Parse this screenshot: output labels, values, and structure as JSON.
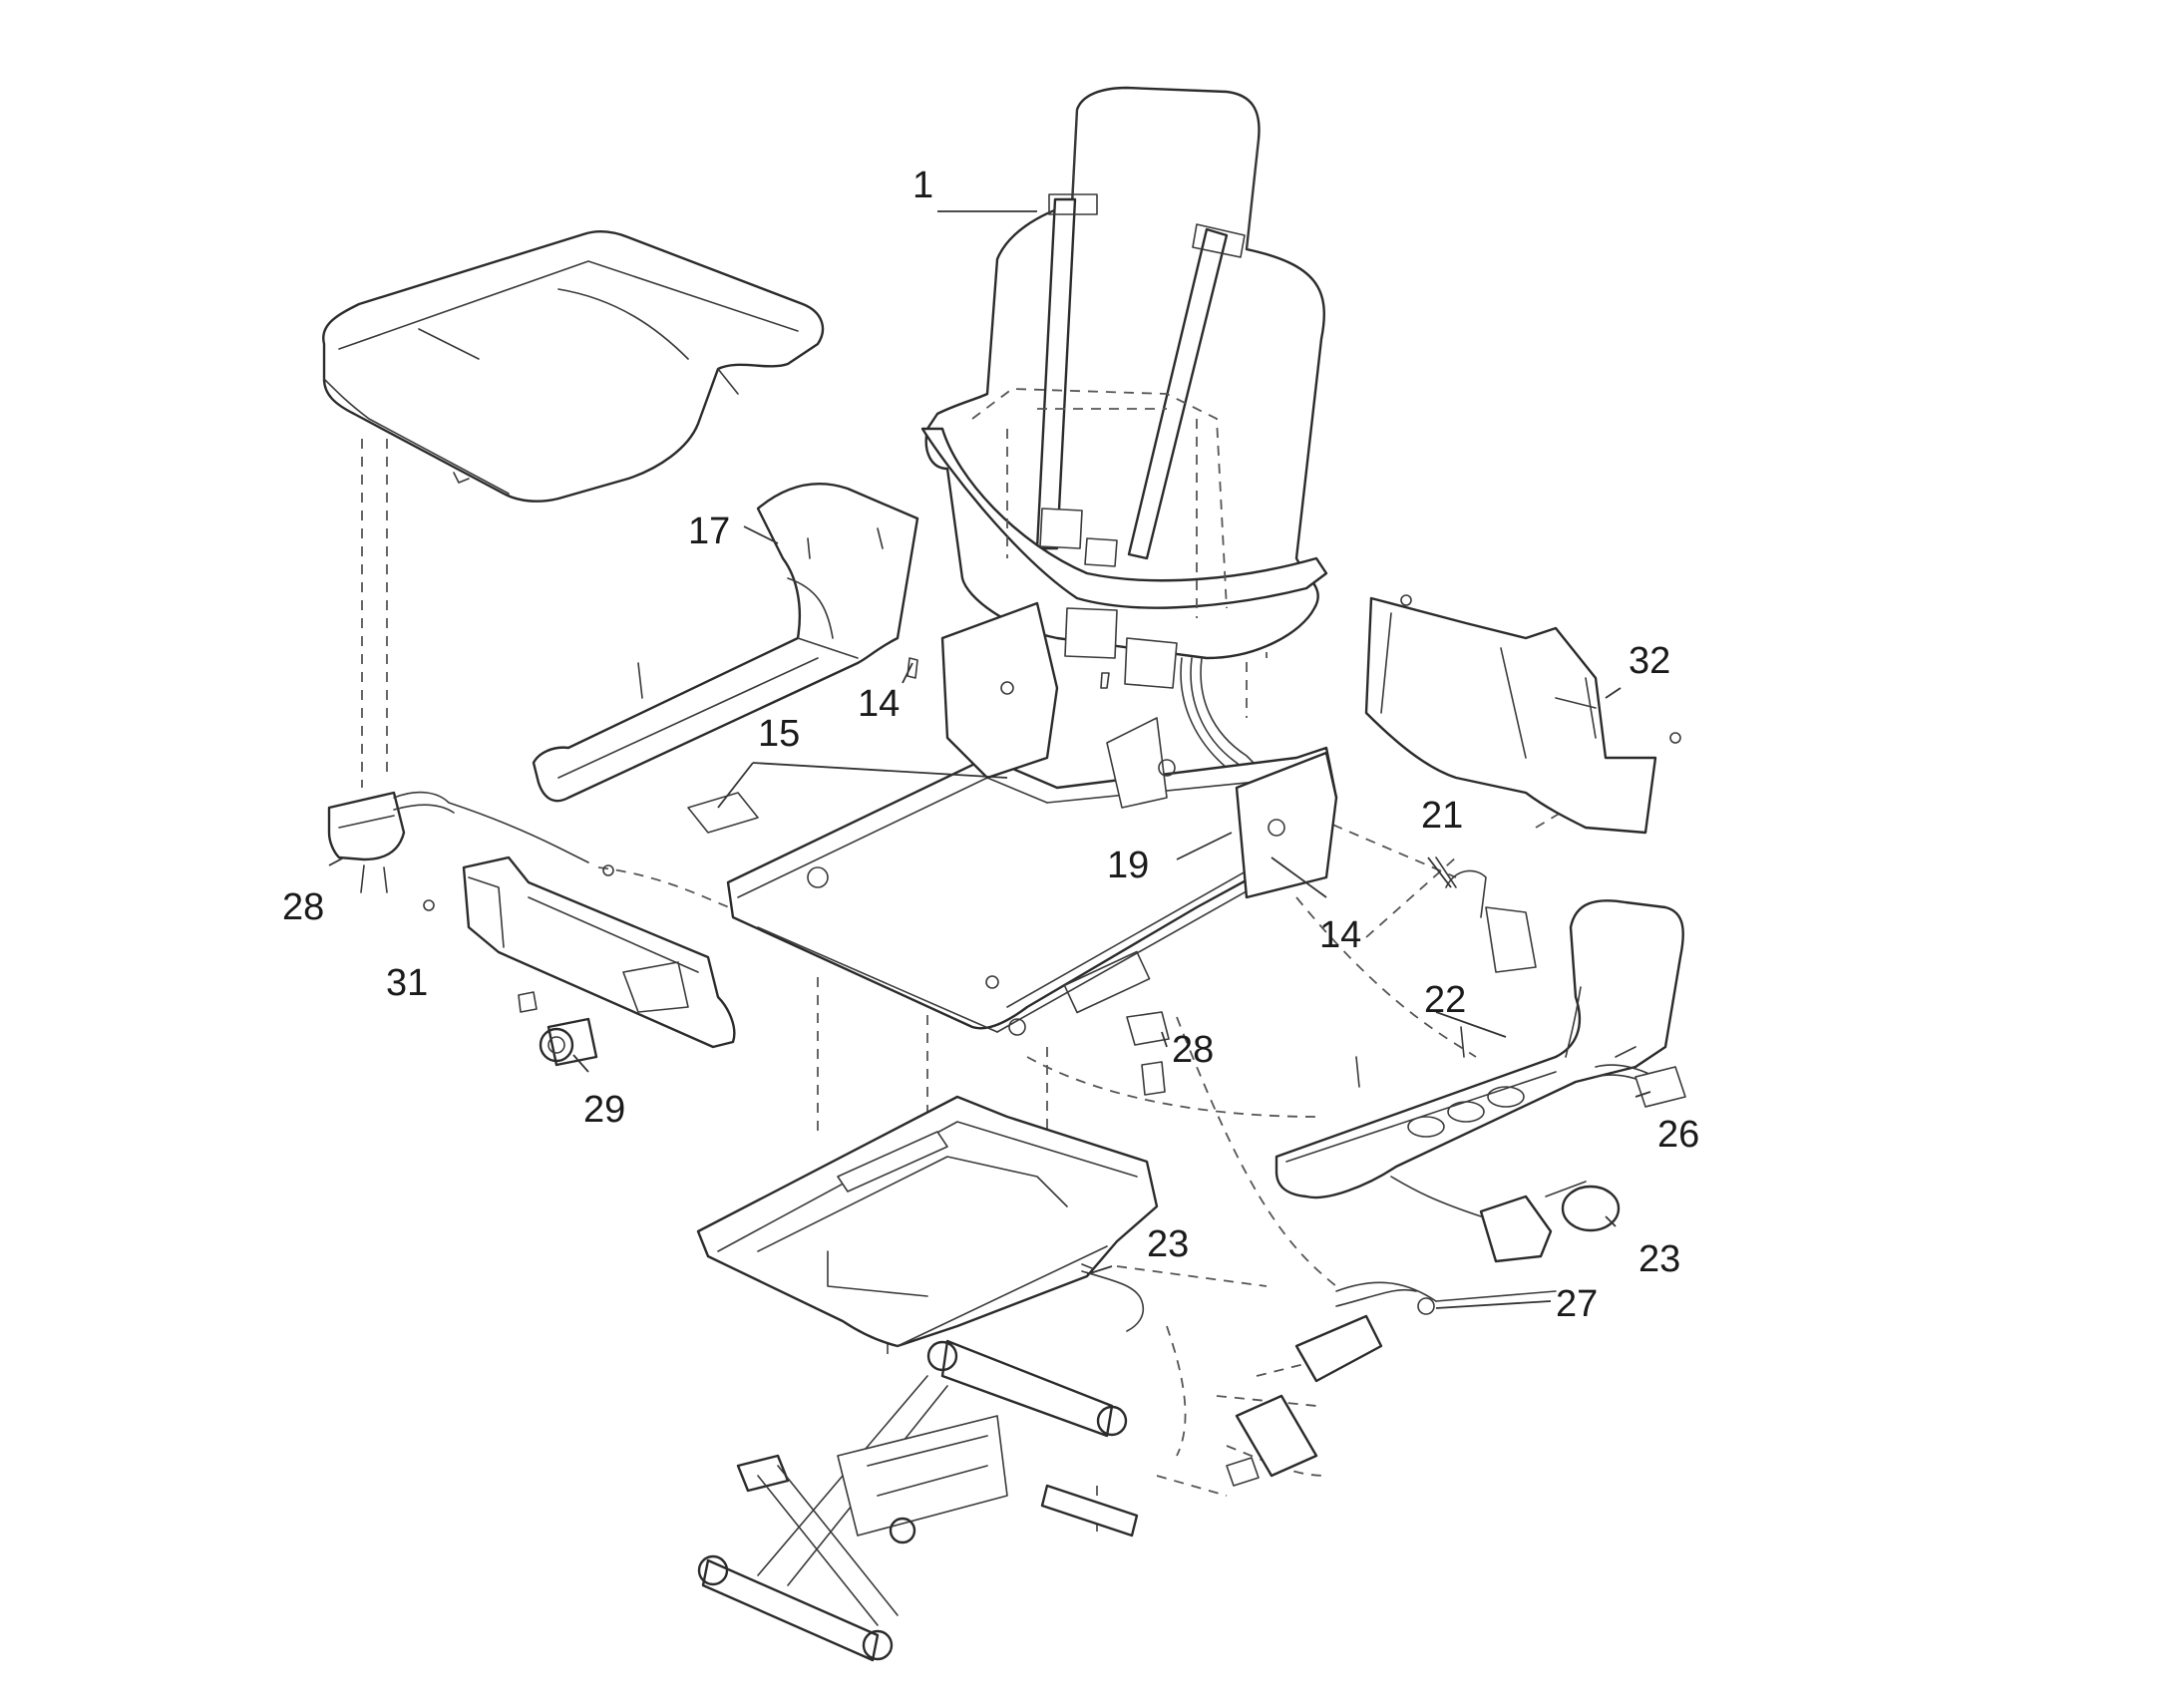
{
  "diagram": {
    "callouts": [
      {
        "id": "c1",
        "label": "1",
        "part": "seat-backrest"
      },
      {
        "id": "c17",
        "label": "17",
        "part": "left-side-cover"
      },
      {
        "id": "c14a",
        "label": "14",
        "part": "bolt"
      },
      {
        "id": "c15",
        "label": "15",
        "part": "seat-slide-rail"
      },
      {
        "id": "c32",
        "label": "32",
        "part": "rear-cover-panel"
      },
      {
        "id": "c21",
        "label": "21",
        "part": "spring-clip"
      },
      {
        "id": "c19",
        "label": "19",
        "part": "backrest-hinge"
      },
      {
        "id": "c14b",
        "label": "14",
        "part": "bolt"
      },
      {
        "id": "c28a",
        "label": "28",
        "part": "adjustment-handle"
      },
      {
        "id": "c31",
        "label": "31",
        "part": "side-trim-panel"
      },
      {
        "id": "c29",
        "label": "29",
        "part": "control-knob"
      },
      {
        "id": "c22",
        "label": "22",
        "part": "right-side-panel"
      },
      {
        "id": "c28b",
        "label": "28",
        "part": "latch-clip"
      },
      {
        "id": "c26",
        "label": "26",
        "part": "wiring-connector"
      },
      {
        "id": "c23a",
        "label": "23",
        "part": "bowden-cable"
      },
      {
        "id": "c23b",
        "label": "23",
        "part": "switch-housing"
      },
      {
        "id": "c27",
        "label": "27",
        "part": "cable-assembly"
      }
    ]
  }
}
